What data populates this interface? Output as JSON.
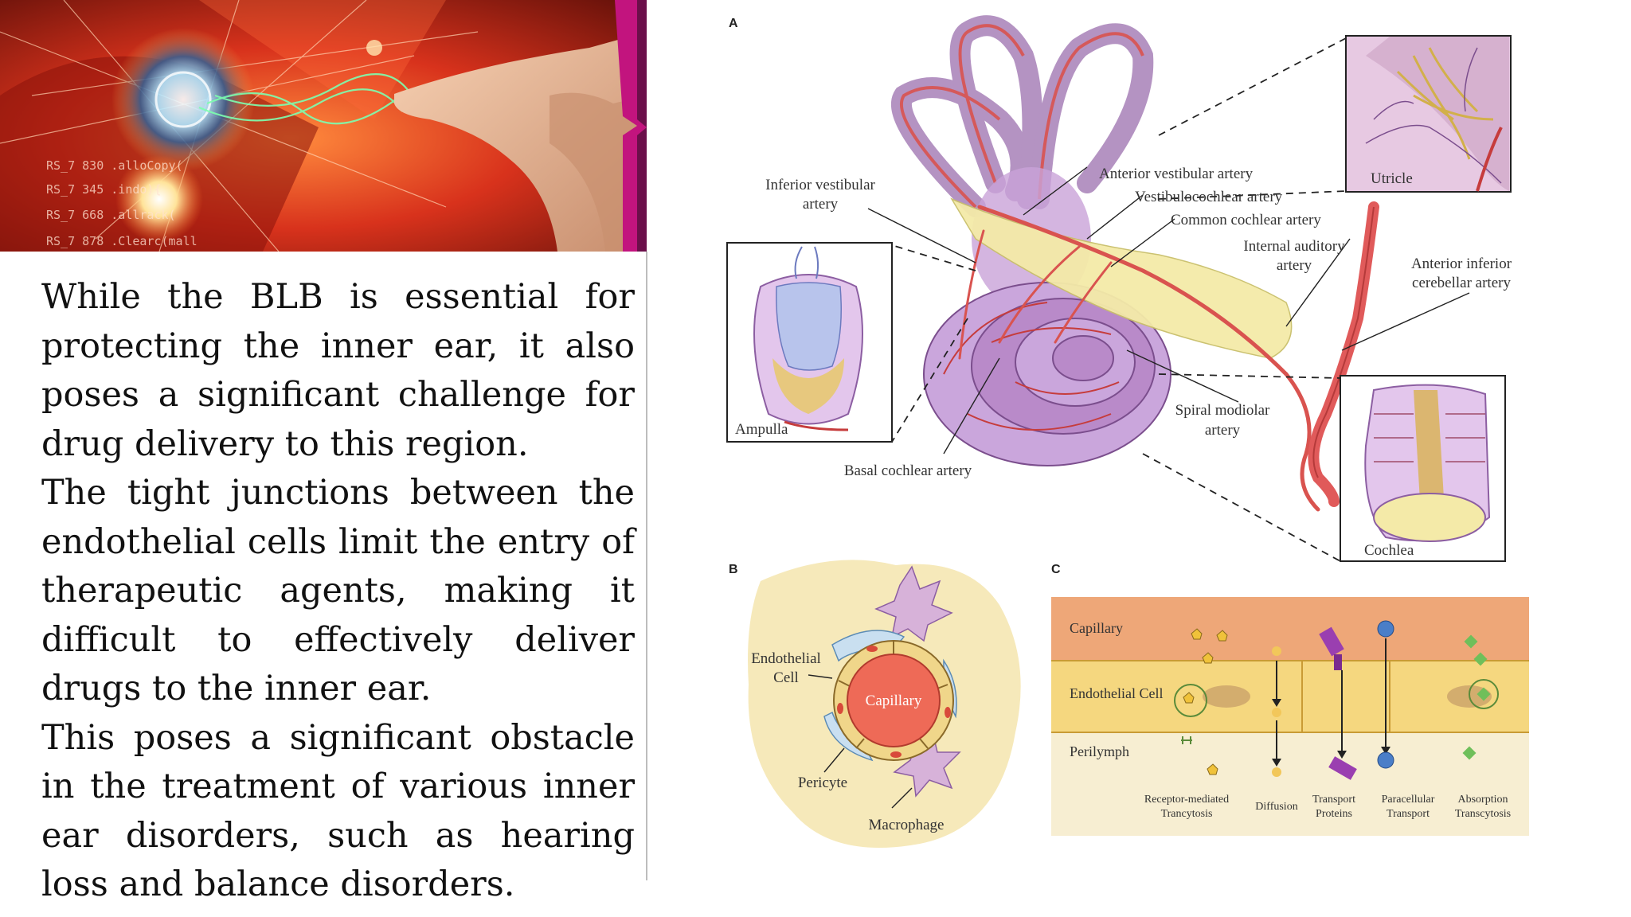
{
  "paragraphs": [
    "While the BLB is essential for protecting the inner ear, it also poses a significant challenge for drug delivery to this region.",
    "The tight junctions between the endothelial cells limit the entry of therapeutic agents, making it difficult to effectively deliver drugs to the inner ear.",
    "This poses a significant obstacle in the treatment of various inner ear disorders, such as hearing loss and balance disorders."
  ],
  "hero_code_lines": [
    "RS_7   830   .alloCopy(",
    "RS_7   345   .indo){",
    "RS_7   668   .allrack(",
    "RS_7   878   .Clearc(mall"
  ],
  "colors": {
    "accent_magenta": "#c2147e",
    "artery_red": "#d9534f",
    "vessel_purple": "#b98ac9",
    "nerve_yellow": "#f4eaa8"
  },
  "figure": {
    "panel_a": {
      "letter": "A",
      "labels": {
        "inferior_vestibular": [
          "Inferior vestibular",
          "artery"
        ],
        "anterior_vestibular": "Anterior vestibular artery",
        "vestibulocochlear": "Vestibulocochlear artery",
        "common_cochlear": "Common cochlear artery",
        "internal_auditory": [
          "Internal auditory",
          "artery"
        ],
        "anterior_inferior_cerebellar": [
          "Anterior inferior",
          "cerebellar artery"
        ],
        "spiral_modiolar": [
          "Spiral modiolar",
          "artery"
        ],
        "basal_cochlear": "Basal cochlear artery",
        "utricle": "Utricle",
        "ampulla": "Ampulla",
        "cochlea": "Cochlea"
      }
    },
    "panel_b": {
      "letter": "B",
      "labels": {
        "endothelial": [
          "Endothelial",
          "Cell"
        ],
        "capillary": "Capillary",
        "pericyte": "Pericyte",
        "macrophage": "Macrophage"
      }
    },
    "panel_c": {
      "letter": "C",
      "layers": [
        "Capillary",
        "Endothelial Cell",
        "Perilymph"
      ],
      "transports": [
        [
          "Receptor-mediated",
          "Trancytosis"
        ],
        [
          "Diffusion"
        ],
        [
          "Transport",
          "Proteins"
        ],
        [
          "Paracellular",
          "Transport"
        ],
        [
          "Absorption",
          "Transcytosis"
        ]
      ]
    }
  }
}
